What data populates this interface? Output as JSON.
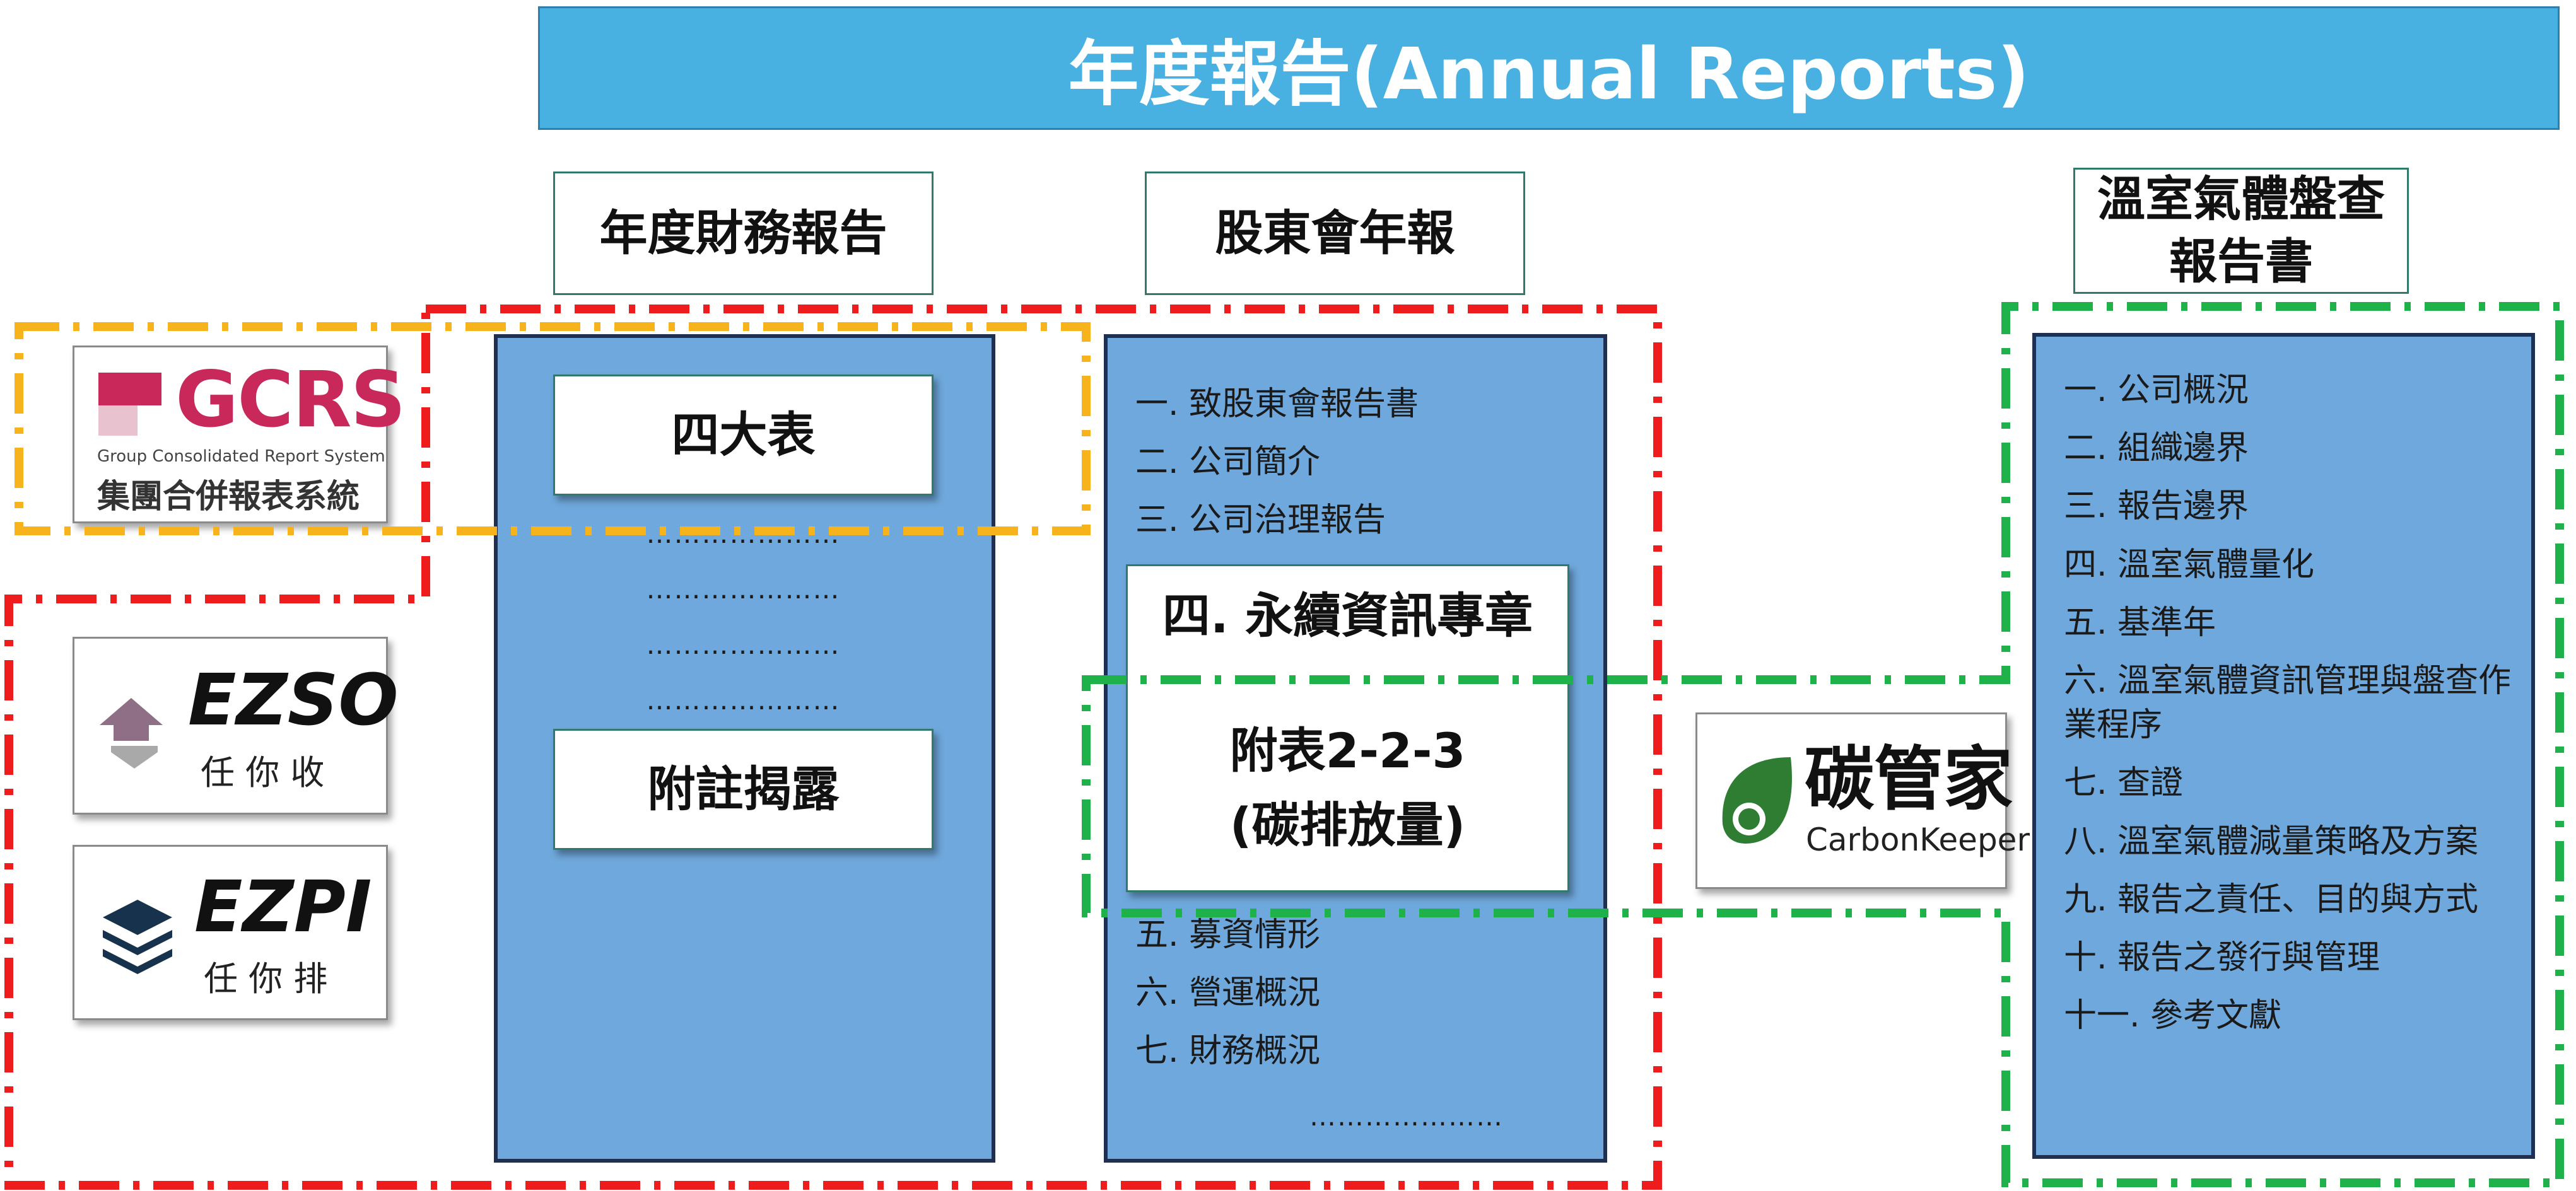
{
  "title": "年度報告(Annual Reports)",
  "columns": {
    "financial": {
      "header": "年度財務報告",
      "box_top": "四大表",
      "dots": [
        "…………………",
        "…………………",
        "…………………",
        "…………………"
      ],
      "box_bottom": "附註揭露"
    },
    "shareholders": {
      "header": "股東會年報",
      "items_top": [
        "一. 致股東會報告書",
        "二. 公司簡介",
        "三. 公司治理報告"
      ],
      "chapter": "四. 永續資訊專章",
      "appendix_line1": "附表2-2-3",
      "appendix_line2": "(碳排放量)",
      "items_bottom": [
        "五. 募資情形",
        "六. 營運概況",
        "七. 財務概況"
      ],
      "dots": "…………………"
    },
    "ghg": {
      "header_line1": "溫室氣體盤查",
      "header_line2": "報告書",
      "items": [
        "一. 公司概況",
        "二. 組織邊界",
        "三. 報告邊界",
        "四. 溫室氣體量化",
        "五. 基準年",
        "六. 溫室氣體資訊管理與盤查作業程序",
        "七. 查證",
        "八. 溫室氣體減量策略及方案",
        "九. 報告之責任、目的與方式",
        "十. 報告之發行與管理",
        "十一. 參考文獻"
      ]
    }
  },
  "logos": {
    "gcrs": {
      "name": "GCRS",
      "subtitle_en": "Group Consolidated Report System",
      "subtitle_zh": "集團合併報表系統"
    },
    "ezso": {
      "name": "EZSO",
      "subtitle_zh": "任 你 收"
    },
    "ezpi": {
      "name": "EZPI",
      "subtitle_zh": "任 你 排"
    },
    "carbonkeeper": {
      "name_zh": "碳管家",
      "name_en": "CarbonKeeper"
    }
  },
  "colors": {
    "banner": "#49B0E2",
    "panel": "#6FA8DC",
    "red_dashed": "#EE1C1C",
    "yellow_dashed": "#F6B31B",
    "green_dashed": "#1FB14A",
    "gcrs_brand": "#C8285A",
    "ezso_brand": "#8E6F86",
    "ezpi_brand": "#17324D",
    "carbon_green": "#2E7D32"
  }
}
